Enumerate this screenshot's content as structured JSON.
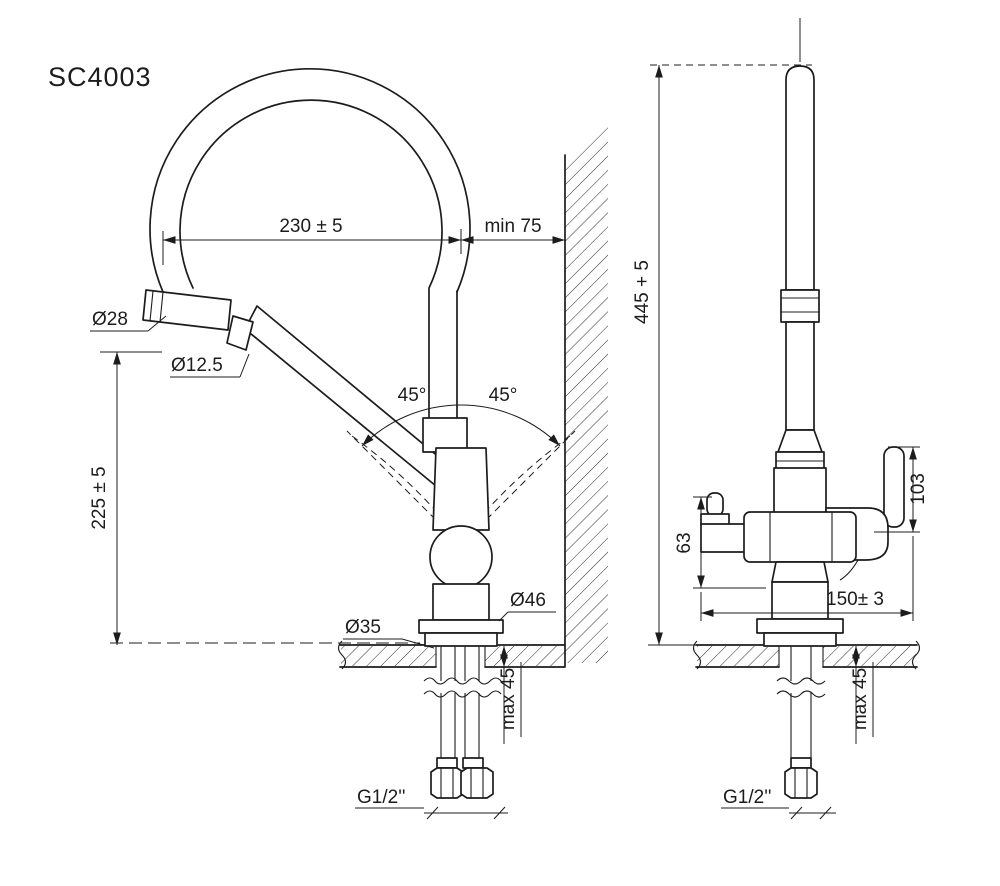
{
  "model": "SC4003",
  "colors": {
    "ink": "#1c1c1c",
    "background": "#ffffff"
  },
  "side_view": {
    "spout_reach": "230 ± 5",
    "wall_clearance": "min 75",
    "head_diameter": "Ø28",
    "nozzle_diameter": "Ø12.5",
    "swivel_angle_left": "45°",
    "swivel_angle_right": "45°",
    "spout_height": "225 ± 5",
    "base_diameter": "Ø46",
    "hole_diameter": "Ø35",
    "max_deck_thickness": "max 45",
    "connection_thread": "G1/2''"
  },
  "front_view": {
    "overall_height": "445 + 5",
    "side_outlet_height": "63",
    "handle_height": "103",
    "body_depth": "150± 3",
    "max_deck_thickness": "max 45",
    "connection_thread": "G1/2''"
  }
}
